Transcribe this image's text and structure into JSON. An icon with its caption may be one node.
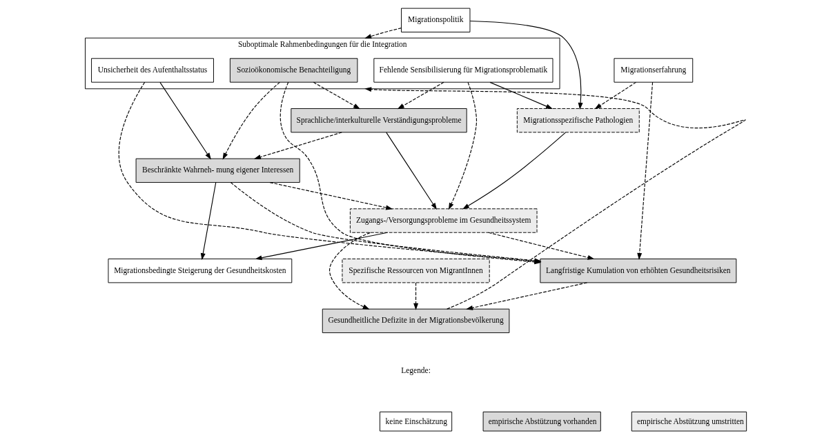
{
  "diagram": {
    "nodes": [
      {
        "text": [
          "Migrationspolitik"
        ]
      },
      {
        "text": [
          "Migrationserfahrung"
        ]
      },
      {
        "text": [
          "Suboptimale Rahmenbedingungen für die Integration"
        ]
      },
      {
        "text": [
          "Unsicherheit des Aufenthaltsstatus"
        ],
        "in": 2
      },
      {
        "text": [
          "Sozioökonomische Benachteiligung"
        ],
        "in": 2
      },
      {
        "text": [
          "Fehlende Sensibilisierung für Migrationsproblematik"
        ],
        "in": 2
      },
      {
        "text": [
          "Migrationsspezifische Pathologien"
        ]
      },
      {
        "text": [
          "Beschränkte Wahrneh- mung eigener Interessen"
        ]
      },
      {
        "text": [
          "Sprachliche/interkulturelle Verständigungsprobleme"
        ]
      },
      {
        "text": [
          "Zugangs-/Versorgungsprobleme im Gesundheitssystem"
        ]
      },
      {
        "text": [
          "Langfristige Kumulation von erhöhten Gesundheitsrisiken"
        ]
      },
      {
        "text": [
          "Spezifische Ressourcen von MigrantInnen"
        ]
      },
      {
        "text": [
          "Migrationsbedingte Steigerung der Gesundheitskosten"
        ]
      },
      {
        "text": [
          "Gesundheitliche Defizite in der Migrationsbevölkerung"
        ]
      }
    ],
    "edges": [
      {
        "from": 0,
        "to": 2,
        "arrow": "to",
        "style": "dashed"
      },
      {
        "from": 0,
        "to": 6,
        "arrow": "to"
      },
      {
        "from": 1,
        "to": 6,
        "arrow": "to",
        "style": "dashed"
      },
      {
        "from": 1,
        "to": 10,
        "arrow": "to",
        "style": "dashed"
      },
      {
        "from": 5,
        "to": 6,
        "arrow": "to"
      },
      {
        "from": 3,
        "to": 7,
        "arrow": "to"
      },
      {
        "from": 3,
        "to": 10,
        "arrow": "to",
        "style": "dashed"
      },
      {
        "from": 4,
        "to": 7,
        "arrow": "to",
        "style": "dashed"
      },
      {
        "from": 4,
        "to": 10,
        "arrow": "to",
        "style": "dashed"
      },
      {
        "from": 4,
        "to": 8,
        "arrow": "to",
        "style": "dashed"
      },
      {
        "from": 5,
        "to": 8,
        "arrow": "to",
        "style": "dashed"
      },
      {
        "from": 5,
        "to": 9,
        "arrow": "to",
        "style": "dashed"
      },
      {
        "from": 8,
        "to": 7,
        "arrow": "to",
        "style": "dashed"
      },
      {
        "from": 8,
        "to": 9,
        "arrow": "to"
      },
      {
        "from": 7,
        "to": 9,
        "arrow": "to",
        "style": "dashed"
      },
      {
        "from": 7,
        "to": 10,
        "arrow": "to",
        "style": "dashed"
      },
      {
        "from": 7,
        "to": 12,
        "arrow": "to"
      },
      {
        "from": 6,
        "to": 9,
        "arrow": "to"
      },
      {
        "from": 9,
        "to": 10,
        "arrow": "to",
        "style": "dashed"
      },
      {
        "from": 9,
        "to": 12,
        "arrow": "to"
      },
      {
        "from": 9,
        "to": 13,
        "arrow": "to",
        "style": "dashed"
      },
      {
        "from": 10,
        "to": 13,
        "arrow": "to",
        "style": "dashed"
      },
      {
        "from": 11,
        "to": 13,
        "arrow": "to",
        "style": "dashed"
      },
      {
        "from": 13,
        "to": 2,
        "arrow": "to",
        "style": "dashed"
      }
    ],
    "labels": [
      "Legende:"
    ],
    "legend": [
      {
        "text": "keine Einschätzung",
        "color": "#ffffff"
      },
      {
        "text": "empirische Abstützung vorhanden",
        "color": "#d9d9d9"
      },
      {
        "text": "empirische Abstützung umstritten",
        "color": "#ececec"
      }
    ]
  }
}
